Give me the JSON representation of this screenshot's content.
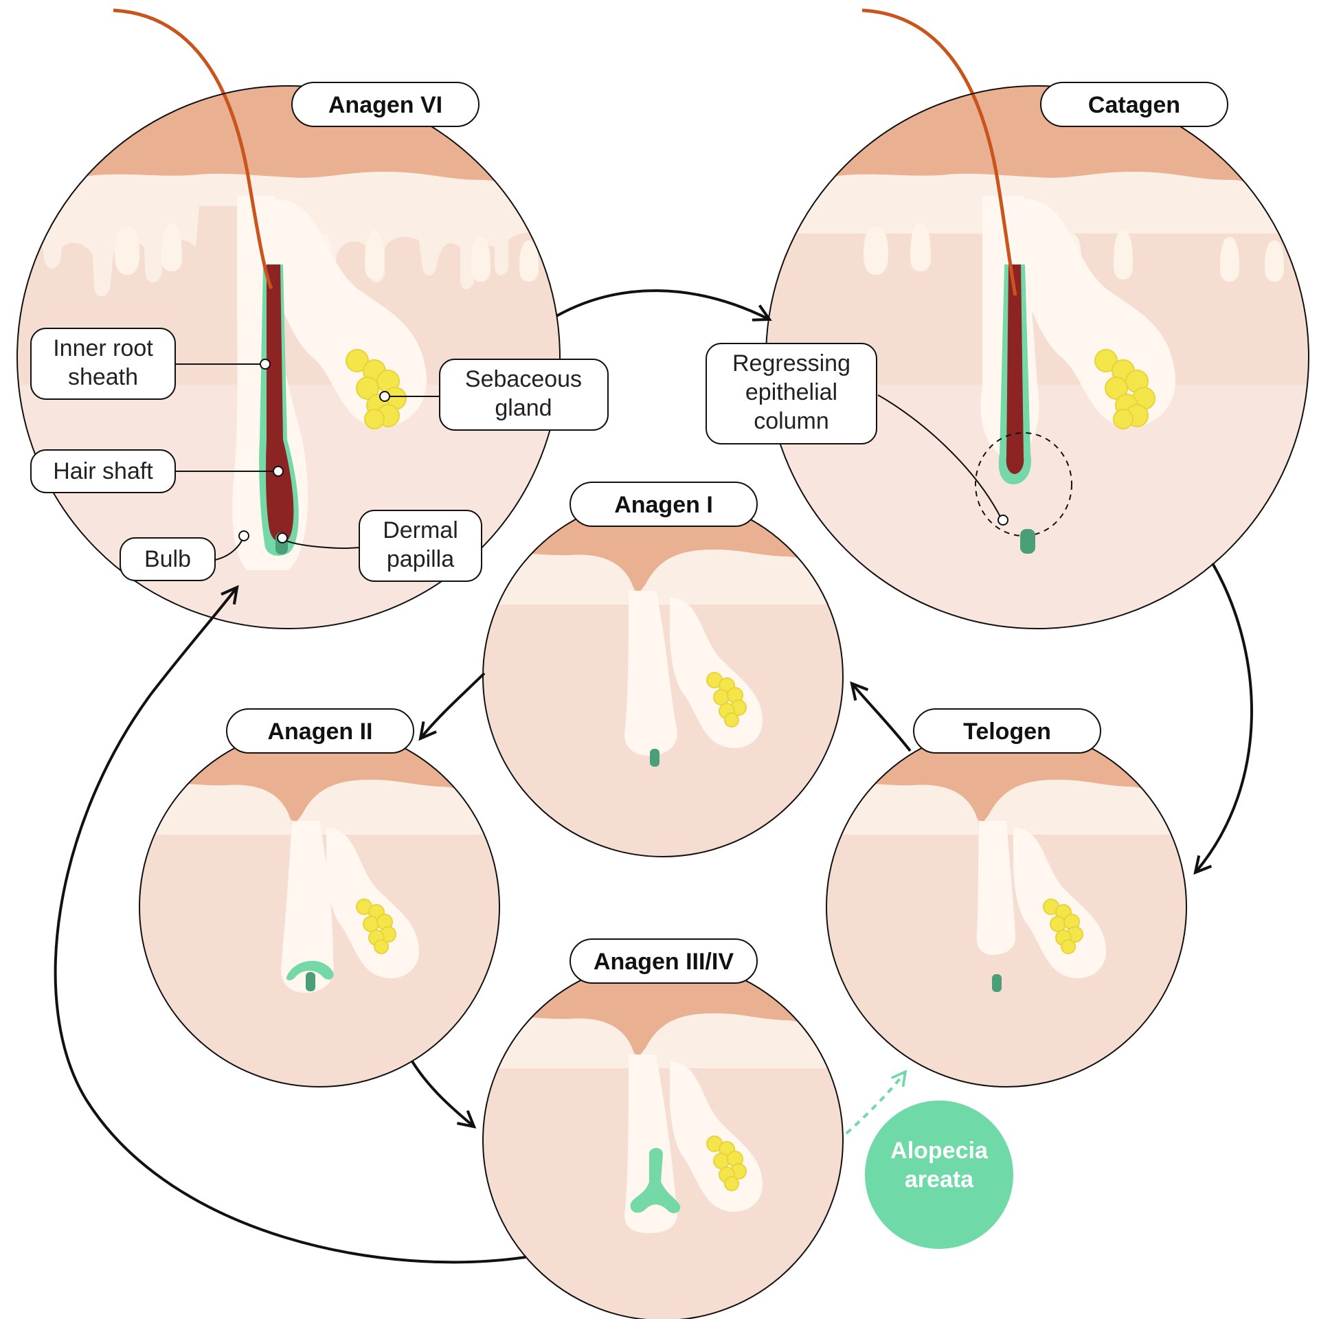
{
  "stages": {
    "anagen_vi": "Anagen VI",
    "catagen": "Catagen",
    "anagen_i": "Anagen I",
    "anagen_ii": "Anagen II",
    "telogen": "Telogen",
    "anagen_iii_iv": "Anagen III/IV"
  },
  "labels": {
    "inner_root_sheath": [
      "Inner root",
      "sheath"
    ],
    "hair_shaft": "Hair shaft",
    "bulb": "Bulb",
    "sebaceous_gland": [
      "Sebaceous",
      "gland"
    ],
    "dermal_papilla": [
      "Dermal",
      "papilla"
    ],
    "regressing_column": [
      "Regressing",
      "epithelial",
      "column"
    ]
  },
  "callout": [
    "Alopecia",
    "areata"
  ],
  "colors": {
    "epidermis": "#e9b092",
    "dermis": "#f6ddd2",
    "follicle": "#fff7f0",
    "hair": "#8c2424",
    "hair_outer": "#c9541c",
    "root_sheath": "#74d8a7",
    "papilla": "#4a9e78",
    "gland": "#f4e64a",
    "alopecia": "#6fd9a8"
  }
}
